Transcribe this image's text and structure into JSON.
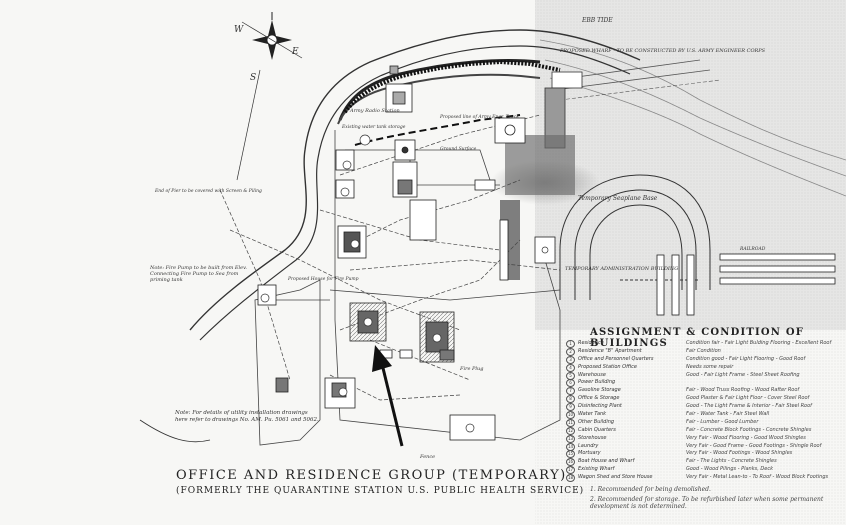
{
  "map": {
    "title": "OFFICE AND RESIDENCE GROUP (TEMPORARY)",
    "subtitle": "(FORMERLY THE QUARANTINE STATION U.S. PUBLIC HEALTH SERVICE)",
    "compass": {
      "w": "W",
      "e": "E",
      "s": "S"
    },
    "labels": {
      "ebb_tide": "EBB TIDE",
      "wharf_proposed": "PROPOSED WHARF - TO BE CONSTRUCTED BY U.S. ARMY ENGINEER CORPS",
      "army_radio": "Army Radio Station",
      "existing_water": "Existing water tank storage",
      "proposed_line": "Proposed line of Army Engr. Truck",
      "ground": "Ground Surface",
      "temporary_seaplane": "Temporary Seaplane Base",
      "temporary_admin": "TEMPORARY ADMINISTRATION BUILDING",
      "end_of_pier": "End of Pier to be covered with Screen & Piling",
      "fire_pump_note": "Note: Fire Pump to be built from Elev. Connecting Fire Pump to Sea from priming tank",
      "proposed_house": "Proposed House for Fire Pump",
      "fire_plug": "Fire Plug",
      "note_details": "Note:  For details of utility installation drawings here refer to drawings No. AM. Pu. 5061 and 5062.",
      "fence": "Fence",
      "railroad": "RAILROAD"
    },
    "arrow": "pointer-arrow"
  },
  "legend": {
    "title": "ASSIGNMENT & CONDITION OF BUILDINGS",
    "items": [
      {
        "num": "1",
        "name": "Residence",
        "cond": "Condition fair - Fair Light Bulding Flooring - Excellent Roof"
      },
      {
        "num": "2",
        "name": "Residence \"B\" Apartment",
        "cond": "Fair Condition"
      },
      {
        "num": "3",
        "name": "Office and Personnel Quarters",
        "cond": "Condition good - Fair Light Flooring - Good Roof"
      },
      {
        "num": "4",
        "name": "Proposed Station Office",
        "cond": "Needs some repair"
      },
      {
        "num": "5",
        "name": "Warehouse",
        "cond": "Good - Fair Light Frame - Steel Sheet Roofing"
      },
      {
        "num": "6",
        "name": "Power Building",
        "cond": ""
      },
      {
        "num": "7",
        "name": "Gasoline Storage",
        "cond": "Fair - Wood Truss Roofing - Wood Rafter Roof"
      },
      {
        "num": "8",
        "name": "Office & Storage",
        "cond": "Good Plaster & Fair Light Floor - Cover Steel Roof"
      },
      {
        "num": "9",
        "name": "Disinfecting Plant",
        "cond": "Good - The Light Frame & Interior - Fair Steel Roof"
      },
      {
        "num": "10",
        "name": "Water Tank",
        "cond": "Fair - Water Tank - Fair Steel Wall"
      },
      {
        "num": "11",
        "name": "Other Building",
        "cond": "Fair - Lumber - Good Lumber"
      },
      {
        "num": "12",
        "name": "Cabin Quarters",
        "cond": "Fair - Concrete Block Footings - Concrete Shingles"
      },
      {
        "num": "13",
        "name": "Storehouse",
        "cond": "Very Fair - Wood Flooring - Good Wood Shingles"
      },
      {
        "num": "14",
        "name": "Laundry",
        "cond": "Very Fair - Good Frame - Good Footings - Shingle Roof"
      },
      {
        "num": "15",
        "name": "Mortuary",
        "cond": "Very Fair - Wood Footings - Wood Shingles"
      },
      {
        "num": "16",
        "name": "Boat House and Wharf",
        "cond": "Fair - The Lights - Concrete Shingles"
      },
      {
        "num": "17",
        "name": "Existing Wharf",
        "cond": "Good - Wood Pilings - Planks, Deck"
      },
      {
        "num": "18",
        "name": "Wagon Shed and Store House",
        "cond": "Very Fair - Metal Lean-to - To Roof - Wood Block Footings"
      }
    ],
    "foot1": "1.  Recommended for being demolished.",
    "foot2": "2.  Recommended for storage.  To be refurbished later when some permanent development is not determined."
  }
}
